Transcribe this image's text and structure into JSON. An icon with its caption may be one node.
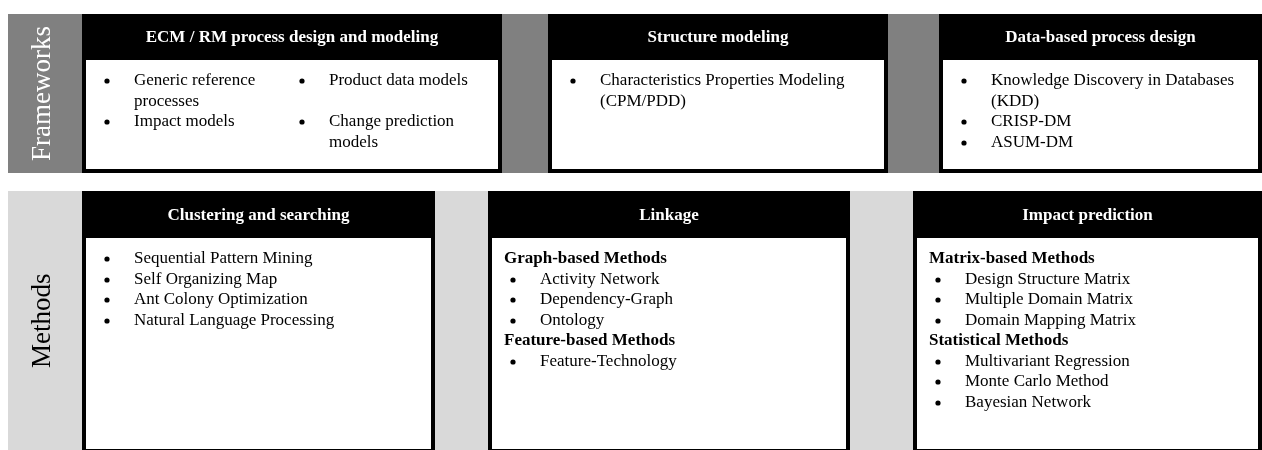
{
  "diagram": {
    "nodes": [
      {
        "text": [
          "Frameworks"
        ]
      },
      {
        "text": [
          "ECM / RM process design and modeling",
          "Generic reference processes",
          "Product data models",
          "Impact models",
          "Change prediction models"
        ],
        "in": 0
      },
      {
        "text": [
          "Structure modeling",
          "Characteristics Properties Modeling (CPM/PDD)"
        ],
        "in": 0
      },
      {
        "text": [
          "Data-based process design",
          "Knowledge Discovery in Databases (KDD)",
          "CRISP-DM",
          "ASUM-DM"
        ],
        "in": 0
      },
      {
        "text": [
          "Methods"
        ]
      },
      {
        "text": [
          "Clustering and searching",
          "Sequential Pattern Mining",
          "Self Organizing Map",
          "Ant Colony Optimization",
          "Natural Language Processing"
        ],
        "in": 4
      },
      {
        "text": [
          "Linkage",
          "Graph-based Methods",
          "Activity Network",
          "Dependency-Graph",
          "Ontology",
          "Feature-based Methods",
          "Feature-Technology"
        ],
        "in": 4
      },
      {
        "text": [
          "Impact prediction",
          "Matrix-based Methods",
          "Design Structure Matrix",
          "Multiple Domain Matrix",
          "Domain Mapping Matrix",
          "Statistical Methods",
          "Multivariant Regression",
          "Monte Carlo Method",
          "Bayesian Network"
        ],
        "in": 4
      }
    ]
  }
}
